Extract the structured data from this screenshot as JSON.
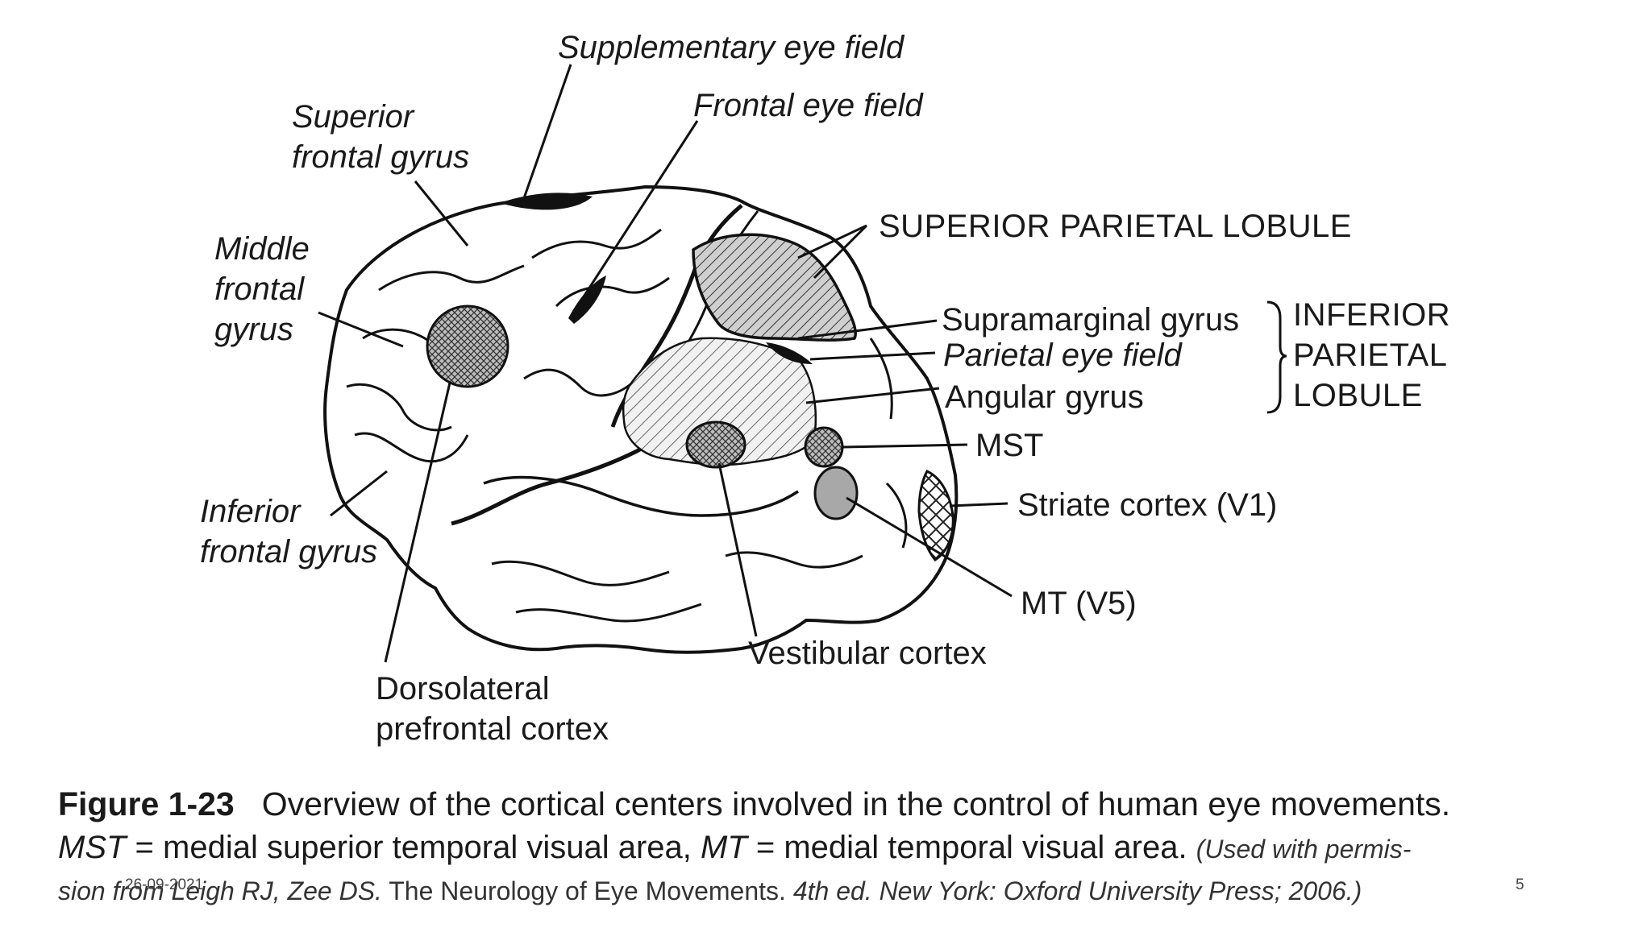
{
  "labels": {
    "supplementary_eye_field": "Supplementary eye field",
    "frontal_eye_field": "Frontal eye field",
    "superior_frontal_gyrus_1": "Superior",
    "superior_frontal_gyrus_2": "frontal gyrus",
    "middle_frontal_gyrus_1": "Middle",
    "middle_frontal_gyrus_2": "frontal",
    "middle_frontal_gyrus_3": "gyrus",
    "superior_parietal_lobule": "SUPERIOR PARIETAL LOBULE",
    "supramarginal_gyrus": "Supramarginal gyrus",
    "parietal_eye_field": "Parietal eye field",
    "angular_gyrus": "Angular gyrus",
    "inferior_parietal_lobule_1": "INFERIOR",
    "inferior_parietal_lobule_2": "PARIETAL",
    "inferior_parietal_lobule_3": "LOBULE",
    "mst": "MST",
    "striate_cortex": "Striate cortex (V1)",
    "mt": "MT (V5)",
    "inferior_frontal_gyrus_1": "Inferior",
    "inferior_frontal_gyrus_2": "frontal gyrus",
    "vestibular_cortex": "Vestibular cortex",
    "dorsolateral_1": "Dorsolateral",
    "dorsolateral_2": "prefrontal cortex"
  },
  "caption": {
    "figure_number": "Figure 1-23",
    "line1": "Overview of the cortical centers involved in the control of human eye movements.",
    "line2_abbr1": "MST",
    "line2_def1": " = medial superior temporal visual area, ",
    "line2_abbr2": "MT",
    "line2_def2": " = medial temporal visual area.",
    "line2_source": "(Used with permis-",
    "line3_a": "sion from Leigh RJ, Zee DS.",
    "line3_b": " The Neurology of Eye Movements. ",
    "line3_c": "4th ed. New York: Oxford University Press; 2006.)"
  },
  "footer": {
    "date": "26-09-2021",
    "page_number": "5"
  }
}
